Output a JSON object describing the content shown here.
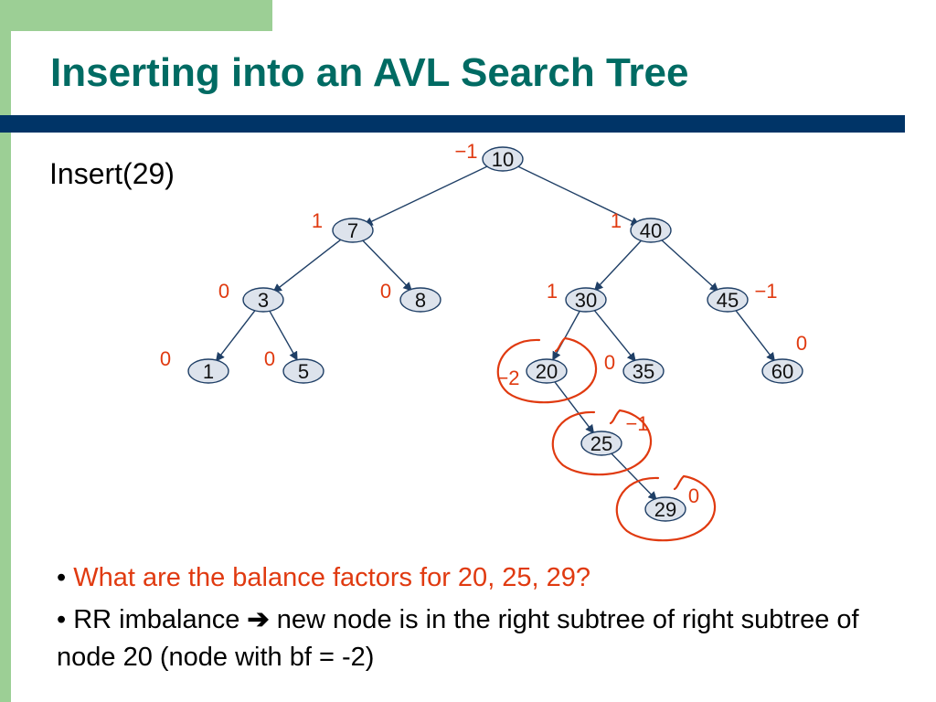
{
  "slide": {
    "title": "Inserting into an AVL Search Tree",
    "subtitle": "Insert(29)"
  },
  "tree": {
    "nodes": [
      {
        "id": "n10",
        "label": "10",
        "bf": "−1"
      },
      {
        "id": "n7",
        "label": "7",
        "bf": "1"
      },
      {
        "id": "n40",
        "label": "40",
        "bf": "1"
      },
      {
        "id": "n3",
        "label": "3",
        "bf": "0"
      },
      {
        "id": "n8",
        "label": "8",
        "bf": "0"
      },
      {
        "id": "n30",
        "label": "30",
        "bf": "1"
      },
      {
        "id": "n45",
        "label": "45",
        "bf": "−1"
      },
      {
        "id": "n1",
        "label": "1",
        "bf": "0"
      },
      {
        "id": "n5",
        "label": "5",
        "bf": "0"
      },
      {
        "id": "n20",
        "label": "20",
        "bf": "−2"
      },
      {
        "id": "n35",
        "label": "35",
        "bf": "0"
      },
      {
        "id": "n60",
        "label": "60",
        "bf": "0"
      },
      {
        "id": "n25",
        "label": "25",
        "bf": "−1"
      },
      {
        "id": "n29",
        "label": "29",
        "bf": "0"
      }
    ],
    "edges": [
      [
        "n10",
        "n7"
      ],
      [
        "n10",
        "n40"
      ],
      [
        "n7",
        "n3"
      ],
      [
        "n7",
        "n8"
      ],
      [
        "n40",
        "n30"
      ],
      [
        "n40",
        "n45"
      ],
      [
        "n3",
        "n1"
      ],
      [
        "n3",
        "n5"
      ],
      [
        "n30",
        "n20"
      ],
      [
        "n30",
        "n35"
      ],
      [
        "n45",
        "n60"
      ],
      [
        "n20",
        "n25"
      ],
      [
        "n25",
        "n29"
      ]
    ],
    "highlighted": [
      "n20",
      "n25",
      "n29"
    ]
  },
  "bullets": {
    "b1": {
      "marker": "•",
      "text": "What are the balance factors for 20, 25, 29?"
    },
    "b2": {
      "marker": "•",
      "pre": "RR imbalance",
      "arrow": "➔",
      "post": "new node is in the right subtree of right subtree of node 20 (node with bf = -2)"
    }
  },
  "colors": {
    "title": "#006b63",
    "rule": "#003467",
    "accent_green": "#9ccf95",
    "balance": "#e03a10",
    "node_fill": "#dde3ec"
  }
}
